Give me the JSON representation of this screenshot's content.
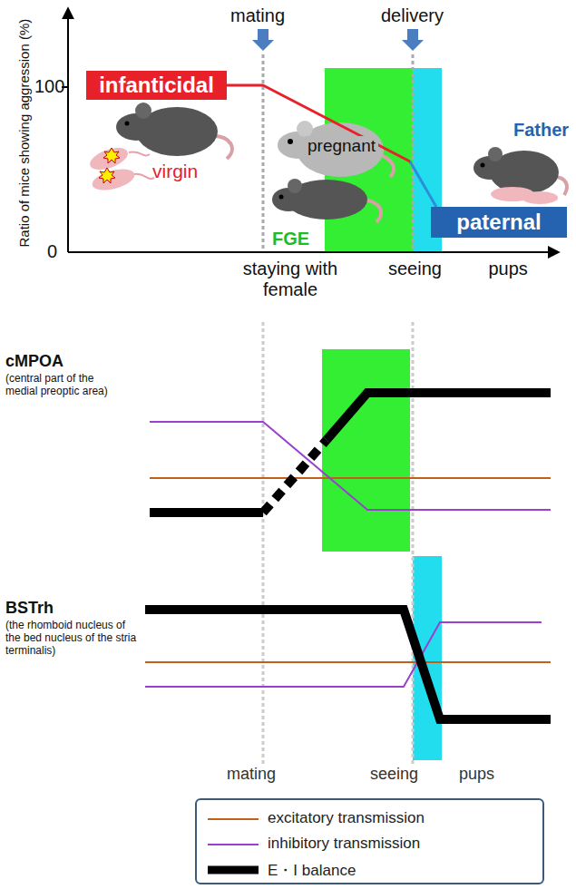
{
  "diagram": {
    "nodes": [
      {
        "text": [
          "infanticidal"
        ]
      },
      {
        "text": [
          "paternal"
        ]
      }
    ],
    "edges": [
      {
        "from": 0,
        "to": 1,
        "arrow": "none"
      }
    ],
    "labels": [
      "100",
      "0",
      "Ratio of mice showing aggression (%)",
      "mating",
      "delivery",
      "virgin",
      "pregnant",
      "Father",
      "FGE",
      "staying with female",
      "seeing pups",
      "cMPOA",
      "(central part of the medial preoptic area)",
      "BSTrh",
      "(the rhomboid nucleus of the bed nucleus of the stria terminalis)",
      "mating",
      "seeing pups"
    ],
    "legend": [
      {
        "text": "excitatory transmission"
      },
      {
        "text": "inhibitory transmission"
      },
      {
        "text": "E・I balance"
      }
    ]
  }
}
